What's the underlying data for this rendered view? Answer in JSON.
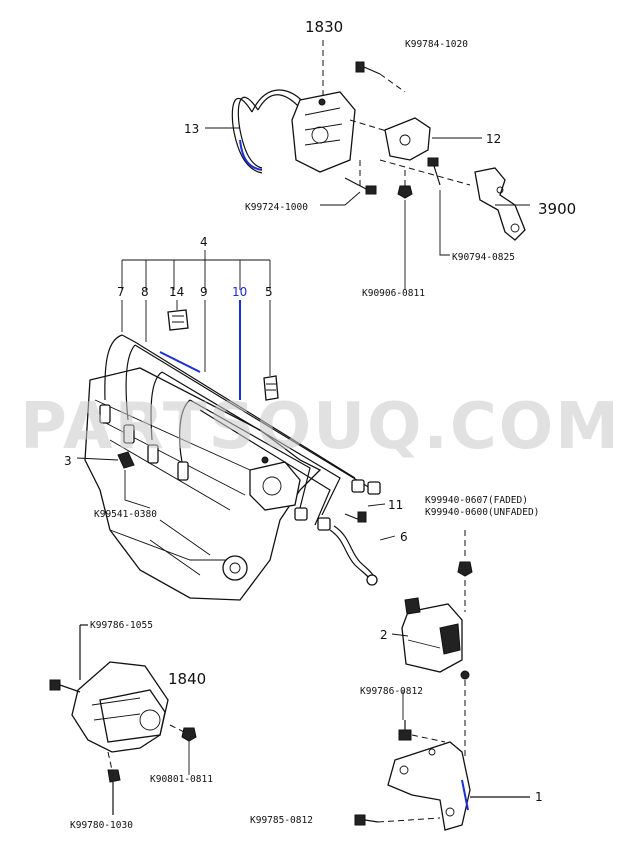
{
  "watermark": "PARTSOUQ.COM",
  "group_numbers": {
    "g1830": "1830",
    "g3900": "3900",
    "g1840": "1840"
  },
  "item_numbers": {
    "n1": "1",
    "n2": "2",
    "n3": "3",
    "n4": "4",
    "n5": "5",
    "n6": "6",
    "n7": "7",
    "n8": "8",
    "n9": "9",
    "n10": "10",
    "n11": "11",
    "n12": "12",
    "n13": "13",
    "n14": "14"
  },
  "part_codes": {
    "k1": "K99784-1020",
    "k2": "K99724-1000",
    "k3": "K90906-0811",
    "k4": "K90794-0825",
    "k5": "K99541-0380",
    "k6": "K99940-0607(FADED)",
    "k7": "K99940-0600(UNFADED)",
    "k8": "K99786-1055",
    "k9": "K99786-0812",
    "k10": "K90801-0811",
    "k11": "K99780-1030",
    "k12": "K99785-0812"
  },
  "colors": {
    "highlight": "#1a2fd6",
    "line": "#111111",
    "watermark": "#c9c9c9"
  }
}
